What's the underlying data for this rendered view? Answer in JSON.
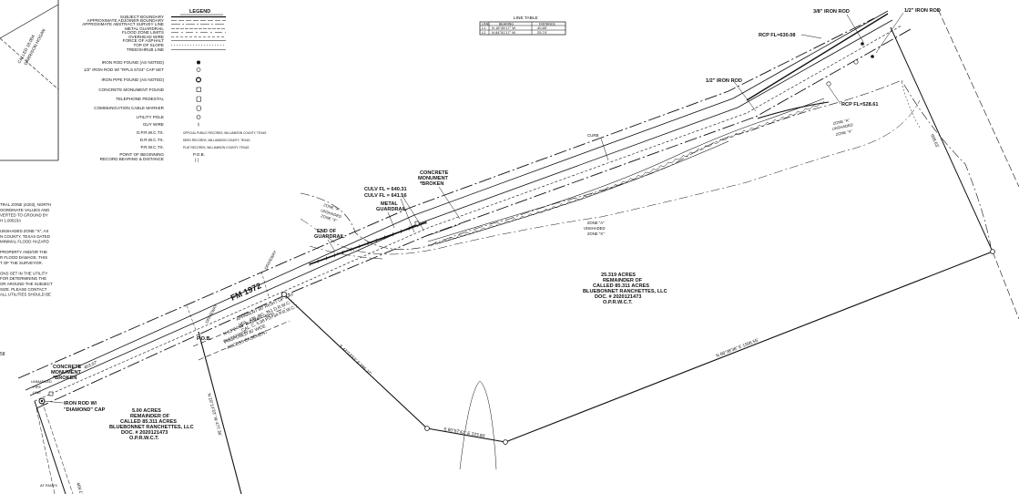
{
  "legend": {
    "title": "LEGEND",
    "items": [
      "SUBJECT BOUNDARY",
      "APPROXIMATE ADJOINER BOUNDARY",
      "APPROXIMATE ABSTRACT SURVEY LINE",
      "METAL GUARDRAIL",
      "FLOOD ZONE LIMITS",
      "OVERHEAD WIRE",
      "FORCE OF ASPHALT",
      "TOP OF SLOPE",
      "TREE/SHRUB LINE",
      "IRON ROD FOUND (AS NOTED)",
      "1/2\" IRON ROD W/ \"RPLS 6724\" CAP SET",
      "IRON PIPE FOUND (AS NOTED)",
      "CONCRETE MONUMENT FOUND",
      "TELEPHONE PEDESTAL",
      "COMMUNICATION CABLE MARKER",
      "UTILITY POLE",
      "GUY WIRE",
      "O.P.R.W.C.TX.",
      "D.R.W.C.TX.",
      "P.R.W.C.TX.",
      "POINT OF BEGINNING",
      "RECORD BEARING & DISTANCE"
    ],
    "abbrev_defs": [
      "OFFICIAL PUBLIC RECORDS, WILLIAMSON COUNTY, TEXAS",
      "DEED RECORDS, WILLIAMSON COUNTY, TEXAS",
      "PLAT RECORDS, WILLIAMSON COUNTY, TEXAS"
    ],
    "abbrev_pob": "P.O.B.",
    "abbrev_record": "( )"
  },
  "line_table": {
    "title": "LINE TABLE",
    "headers": [
      "LINE",
      "BEARING",
      "DISTANCE"
    ],
    "rows": [
      [
        "L1",
        "N 18°45'17\" W",
        "40.85'"
      ],
      [
        "L2",
        "N 84°51'17\" W",
        "25.74'"
      ]
    ]
  },
  "road": {
    "name": "FM 1972",
    "row_note": [
      "APPARENT 80' RIGHT OF WAY",
      "VOL. 436, PG. 351 D.R.W.C.T.",
      "CAL. C. 5.98 PG. 34 P.R.W.C.T."
    ],
    "frontage_call": "N 63°24'53\" E 323.84'",
    "frontage_record": "(N 63°57'00\" E)",
    "left_dist": "453.07'",
    "driveway": "DRIVEWAY"
  },
  "labels": {
    "iron_rod_38": "3/8\" IRON ROD",
    "iron_rod_12_a": "1/2\" IRON ROD",
    "iron_rod_12_b": "1/2\" IRON ROD",
    "rcp_1": "RCP FL=630.08",
    "rcp_2": "RCP FL=528.61",
    "curb": "CURB",
    "concrete_mon_1": [
      "CONCRETE",
      "MONUMENT",
      "*BROKEN"
    ],
    "culv_1": "CULV FL = 640.31",
    "culv_2": "CULV FL = 641.16",
    "metal_guardrail": [
      "METAL",
      "GUARDRAIL"
    ],
    "end_guardrail": [
      "END OF",
      "GUARDRAIL"
    ],
    "concrete_mon_2": [
      "CONCRETE",
      "MONUMENT",
      "*BROKEN"
    ],
    "iron_rod_diamond": [
      "IRON ROD W/",
      "\"DIAMOND\" CAP"
    ],
    "pob": "P.O.B.",
    "easement": [
      "PROPOSED 30' WIDE",
      "ACCESS EASEMENT"
    ],
    "dist_80": "80.0",
    "dist_698": "698.63'",
    "zone_a_1": [
      "ZONE \"A\"",
      "UNSHADED",
      "ZONE \"X\""
    ],
    "zone_a_2": [
      "ZONE \"A\"",
      "UNSHADED",
      "ZONE \"X\""
    ],
    "zone_a_3": [
      "ZONE \"A\"",
      "UNSHADED",
      "ZONE \"X\""
    ],
    "call_diag": "S 47°13'53\" E 595.27'",
    "call_west": "N 20°14'33\" W 477.36'",
    "call_bottom": "S 80°57'41\" E 223.80'",
    "call_long": "N 68°38'38\" E 1506.55'",
    "left_margin_58": "58",
    "left_bottom": "AT PANTS",
    "left_dist_bottom": "469.1'",
    "left_lines": [
      "UNMARKED",
      "PIPE",
      "LINE"
    ],
    "rotated_left": [
      "CALLED 18.004",
      "GARRISON HOGAN"
    ]
  },
  "tracts": {
    "main": [
      "25.319 ACRES",
      "REMAINDER OF",
      "CALLED 85.311 ACRES",
      "BLUEBONNET RANCHETTES, LLC",
      "DOC. # 2020121473",
      "O.P.R.W.C.T."
    ],
    "small": [
      "5.00 ACRES",
      "REMAINDER OF",
      "CALLED 85.311 ACRES",
      "BLUEBONNET RANCHETTES, LLC",
      "DOC. # 2020121473",
      "O.P.R.W.C.T."
    ]
  },
  "notes_fragments": [
    "TRAL ZONE (4203), NORTH",
    "OORDINATE VALUES AND",
    "VERTED TO GROUND BY",
    "H 1.00023A",
    "",
    "UNSHADED ZONE \"X\", AS",
    "N COUNTY, TEXAS DATED",
    "MINIMAL FLOOD HAZARD",
    "",
    "PROPERTY AND/OR THE",
    "R FLOOD DAMAGE. THIS",
    "T OF THE SURVEYOR.",
    "",
    "ONS SET IN THE UTILITY",
    "FOR DETERMINING THE",
    "OR AROUND THE SUBJECT",
    "SIZE. PLEASE CONTACT",
    "ALL UTILITIES SHOULD BE"
  ]
}
